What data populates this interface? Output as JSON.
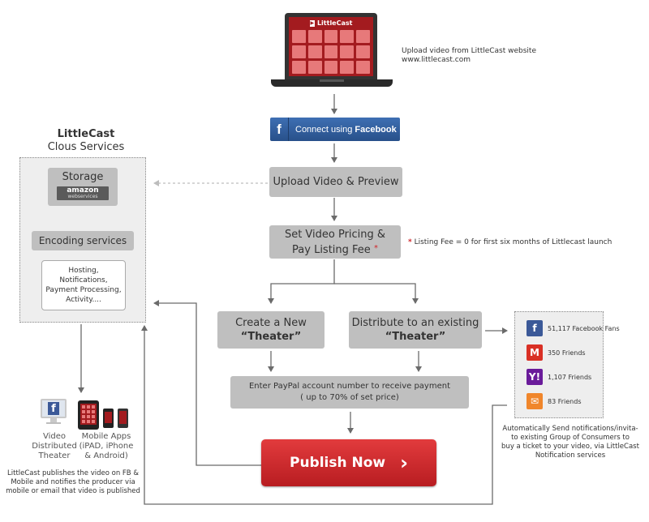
{
  "laptop": {
    "logo_text": "LittleCast",
    "caption_line1": "Upload video from LittleCast website",
    "caption_line2": "www.littlecast.com"
  },
  "facebook_button": {
    "glyph": "f",
    "label": "Connect using ",
    "label_bold": "Facebook"
  },
  "steps": {
    "upload": "Upload Video & Preview",
    "pricing_line1": "Set Video Pricing &",
    "pricing_line2": "Pay Listing Fee",
    "asterisk": "*",
    "create_line1": "Create a New",
    "create_line2": "“Theater”",
    "distribute_line1": "Distribute to an existing",
    "distribute_line2": "“Theater”",
    "paypal_line1": "Enter PayPal account number to receive payment",
    "paypal_line2": "( up to 70% of set price)",
    "publish": "Publish Now",
    "publish_chevron": "›"
  },
  "listing_fee_note": {
    "asterisk": "*",
    "text": "Listing Fee = 0 for first six months of Littlecast launch"
  },
  "cloud": {
    "title": "LittleCast",
    "subtitle": "Clous Services",
    "storage_label": "Storage",
    "amazon_text": "amazon",
    "amazon_sub": "webservices",
    "encoding_label": "Encoding services",
    "services_lines": [
      "Hosting,",
      "Notifications,",
      "Payment Processing,",
      "Activity...."
    ]
  },
  "distribution": {
    "video_theater_line1": "Video",
    "video_theater_line2": "Distributed",
    "video_theater_line3": "Theater",
    "mobile_line1": "Mobile Apps",
    "mobile_line2": "(iPAD, iPhone",
    "mobile_line3": "& Android)",
    "note_lines": [
      "LittleCast publishes the video on FB &",
      "Mobile and notifies the producer via",
      "mobile or email that video is published"
    ]
  },
  "social": {
    "items": [
      {
        "icon": "facebook-icon",
        "glyph": "f",
        "label": "51,117 Facebook Fans",
        "color": "#3b5998"
      },
      {
        "icon": "gmail-icon",
        "glyph": "M",
        "label": "350 Friends",
        "color": "#d93025"
      },
      {
        "icon": "yahoo-icon",
        "glyph": "Y!",
        "label": "1,107 Friends",
        "color": "#6a1b9a"
      },
      {
        "icon": "mail-icon",
        "glyph": "✉",
        "label": "83 Friends",
        "color": "#f0862b"
      }
    ],
    "note_lines": [
      "Automatically Send notifications/invita-",
      "to existing Group of Consumers to",
      "buy a ticket to your video, via LittleCast",
      "Notification services"
    ]
  },
  "colors": {
    "box_gray": "#bfbfbf",
    "arrow_gray": "#6b6b6b",
    "facebook_blue": "#2f5c9b",
    "publish_red": "#d0262a",
    "screen_red": "#a31b1f",
    "tile_red": "#e7797a"
  }
}
